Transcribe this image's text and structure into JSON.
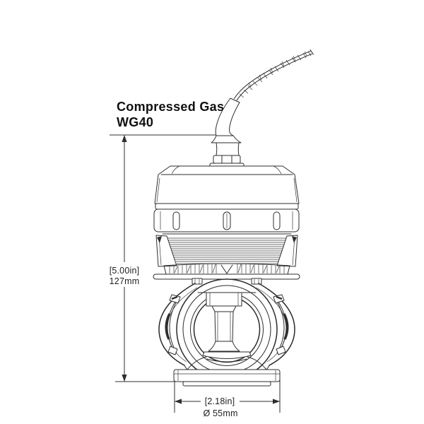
{
  "title": {
    "line1": "Compressed Gas",
    "line2": "WG40"
  },
  "dimensions": {
    "height": {
      "inches": "[5.00in]",
      "metric": "127mm"
    },
    "diameter": {
      "inches": "[2.18in]",
      "metric": "Ø 55mm"
    }
  },
  "colors": {
    "line": "#2e2e2e",
    "text": "#222222",
    "title_text": "#101010",
    "background": "#ffffff"
  }
}
